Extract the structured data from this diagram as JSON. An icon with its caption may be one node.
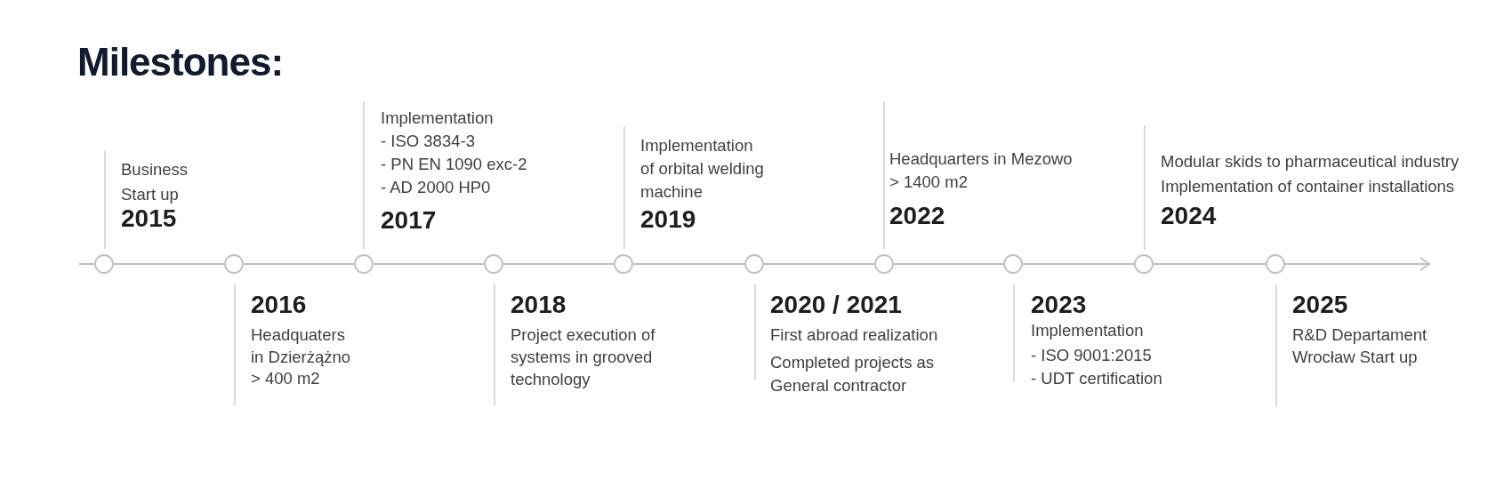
{
  "diagram": {
    "title": "Milestones:",
    "nodes": [
      {
        "text": [],
        "shape": "circle",
        "beside": [
          "Business Start up",
          "2015"
        ]
      },
      {
        "text": [],
        "shape": "circle",
        "beside": [
          "2016",
          "Headquaters in Dzierżążno",
          "> 400 m2"
        ]
      },
      {
        "text": [],
        "shape": "circle",
        "beside": [
          "Implementation",
          "- ISO 3834-3",
          "- PN EN 1090 exc-2",
          "- AD 2000 HP0",
          "2017"
        ]
      },
      {
        "text": [],
        "shape": "circle",
        "beside": [
          "2018",
          "Project execution of systems in grooved technology"
        ]
      },
      {
        "text": [],
        "shape": "circle",
        "beside": [
          "Implementation of orbital welding machine",
          "2019"
        ]
      },
      {
        "text": [],
        "shape": "circle",
        "beside": [
          "2020 / 2021",
          "First abroad realization",
          "Completed projects as General contractor"
        ]
      },
      {
        "text": [],
        "shape": "circle",
        "beside": [
          "Headquarters in Mezowo",
          "> 1400 m2",
          "2022"
        ]
      },
      {
        "text": [],
        "shape": "circle",
        "beside": [
          "2023",
          "Implementation",
          "- ISO 9001:2015",
          "- UDT certification"
        ]
      },
      {
        "text": [],
        "shape": "circle",
        "beside": [
          "Modular skids to pharmaceutical industry",
          "Implementation of container installations",
          "2024"
        ]
      },
      {
        "text": [],
        "shape": "circle",
        "beside": [
          "2025",
          "R&D Departament Wrocław Start up"
        ]
      }
    ],
    "edges": [
      {
        "from": null,
        "to": 0,
        "arrow": "none"
      },
      {
        "from": 0,
        "to": 1,
        "arrow": "none"
      },
      {
        "from": 1,
        "to": 2,
        "arrow": "none"
      },
      {
        "from": 2,
        "to": 3,
        "arrow": "none"
      },
      {
        "from": 3,
        "to": 4,
        "arrow": "none"
      },
      {
        "from": 4,
        "to": 5,
        "arrow": "none"
      },
      {
        "from": 5,
        "to": 6,
        "arrow": "none"
      },
      {
        "from": 6,
        "to": 7,
        "arrow": "none"
      },
      {
        "from": 7,
        "to": 8,
        "arrow": "none"
      },
      {
        "from": 8,
        "to": 9,
        "arrow": "none"
      },
      {
        "from": 9,
        "to": null,
        "arrow": "to"
      }
    ]
  }
}
